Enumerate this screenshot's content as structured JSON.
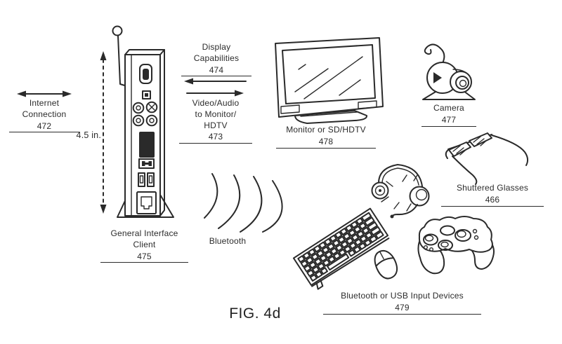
{
  "figure": {
    "title": "FIG. 4d"
  },
  "labels": {
    "internet": {
      "line1": "Internet",
      "line2": "Connection",
      "ref": "472"
    },
    "height": {
      "text": "4.5 in."
    },
    "display": {
      "line1": "Display",
      "line2": "Capabilities",
      "ref": "474"
    },
    "video": {
      "line1": "Video/Audio",
      "line2": "to Monitor/",
      "line3": "HDTV",
      "ref": "473"
    },
    "client": {
      "line1": "General Interface",
      "line2": "Client",
      "ref": "475"
    },
    "monitor": {
      "line1": "Monitor or SD/HDTV",
      "ref": "478"
    },
    "camera": {
      "line1": "Camera",
      "ref": "477"
    },
    "glasses": {
      "line1": "Shuttered Glasses",
      "ref": "466"
    },
    "bluetooth": {
      "line1": "Bluetooth"
    },
    "inputs": {
      "line1": "Bluetooth or USB Input Devices",
      "ref": "479"
    }
  },
  "colors": {
    "ink": "#2a2a2a",
    "paper": "#ffffff"
  }
}
